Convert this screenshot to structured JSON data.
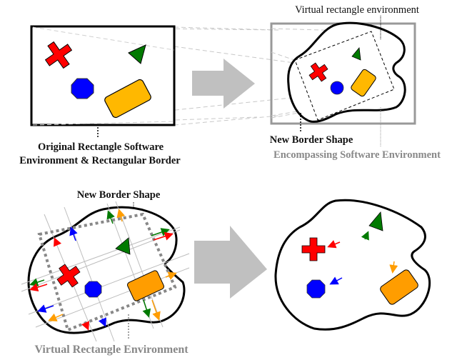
{
  "colors": {
    "red": "#ff0000",
    "green": "#007a00",
    "blue": "#0000ff",
    "orange_top": "#ffb800",
    "orange_bottom": "#ff9d00",
    "arrow_gray": "#c0c0c0",
    "env_gray": "#999999",
    "label_gray": "#808080",
    "outline": "#000000"
  },
  "panel_top_left": {
    "caption_line1": "Original Rectangle Software",
    "caption_line2": "Environment & Rectangular Border"
  },
  "panel_top_right": {
    "virtual_rect_label": "Virtual rectangle environment",
    "new_border_label": "New Border Shape",
    "encompassing_label": "Encompassing Software Environment"
  },
  "panel_bottom_left": {
    "new_border_label": "New Border Shape",
    "virtual_rect_label": "Virtual Rectangle Environment"
  },
  "shapes": [
    {
      "name": "cross",
      "color": "red"
    },
    {
      "name": "triangle",
      "color": "green"
    },
    {
      "name": "octagon",
      "color": "blue"
    },
    {
      "name": "rounded-rectangle",
      "color": "orange"
    }
  ]
}
